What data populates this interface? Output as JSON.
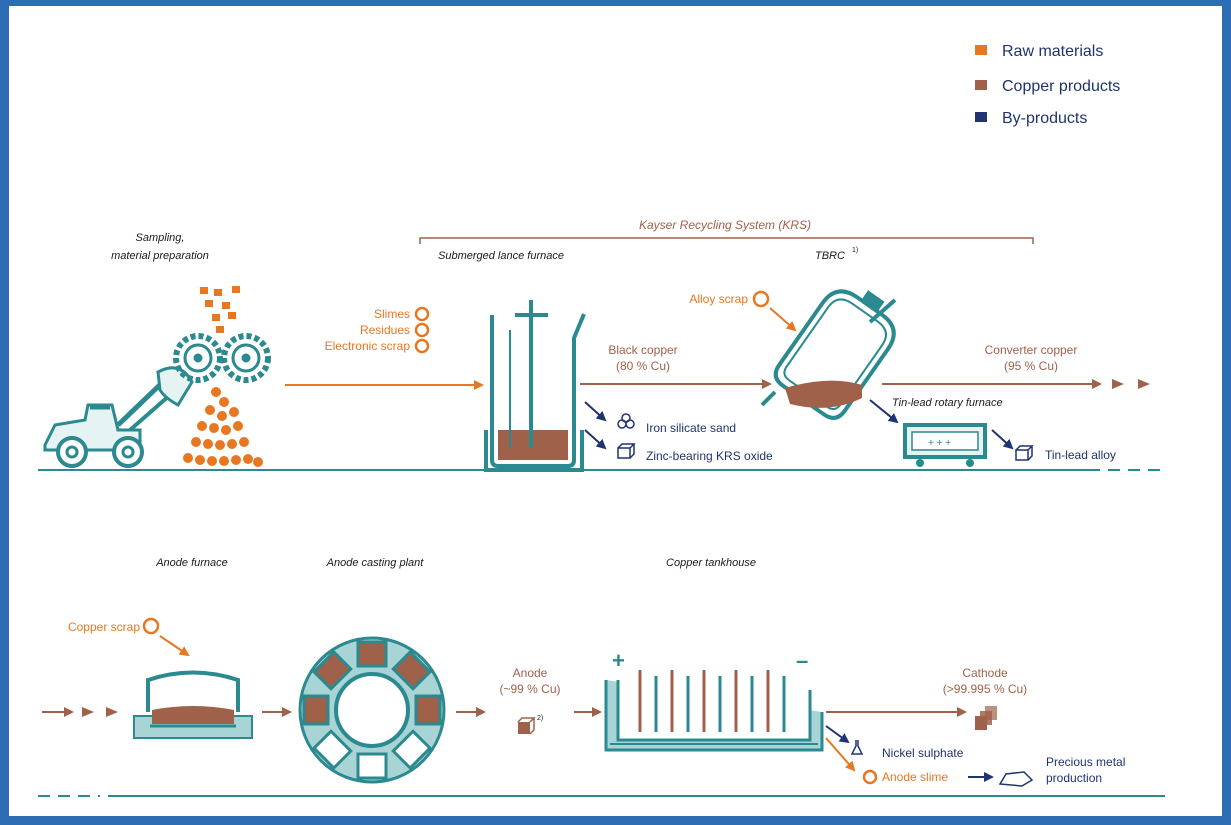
{
  "legend": {
    "raw_materials": "Raw materials",
    "copper_products": "Copper products",
    "by_products": "By-products"
  },
  "colors": {
    "raw": "#e87722",
    "copper": "#a0614a",
    "by": "#1f3470",
    "teal": "#2a8a8f",
    "frame": "#2d6db4"
  },
  "krs": {
    "title": "Kayser Recycling System (KRS)",
    "submerged": "Submerged lance furnace",
    "tbrc": "TBRC",
    "tbrc_sup": "1)"
  },
  "sampling": {
    "line1": "Sampling,",
    "line2": "material preparation"
  },
  "inputs": {
    "slimes": "Slimes",
    "residues": "Residues",
    "electronic": "Electronic scrap"
  },
  "black_copper": {
    "line1": "Black copper",
    "line2": "(80 % Cu)"
  },
  "alloy_scrap": "Alloy scrap",
  "converter": {
    "line1": "Converter copper",
    "line2": "(95 % Cu)"
  },
  "iron_silicate": "Iron silicate sand",
  "zinc_oxide": "Zinc-bearing KRS oxide",
  "tin_lead_furnace": "Tin-lead rotary furnace",
  "tin_lead_alloy": "Tin-lead alloy",
  "anode_furnace": "Anode furnace",
  "anode_casting": "Anode casting plant",
  "tankhouse": "Copper tankhouse",
  "copper_scrap": "Copper scrap",
  "anode": {
    "line1": "Anode",
    "line2": "(~99 % Cu)",
    "sup": "2)"
  },
  "cathode": {
    "line1": "Cathode",
    "line2": "(>99.995 % Cu)"
  },
  "nickel": "Nickel sulphate",
  "anode_slime": "Anode slime",
  "precious": {
    "line1": "Precious metal",
    "line2": "production"
  },
  "plus": "+",
  "minus": "–"
}
